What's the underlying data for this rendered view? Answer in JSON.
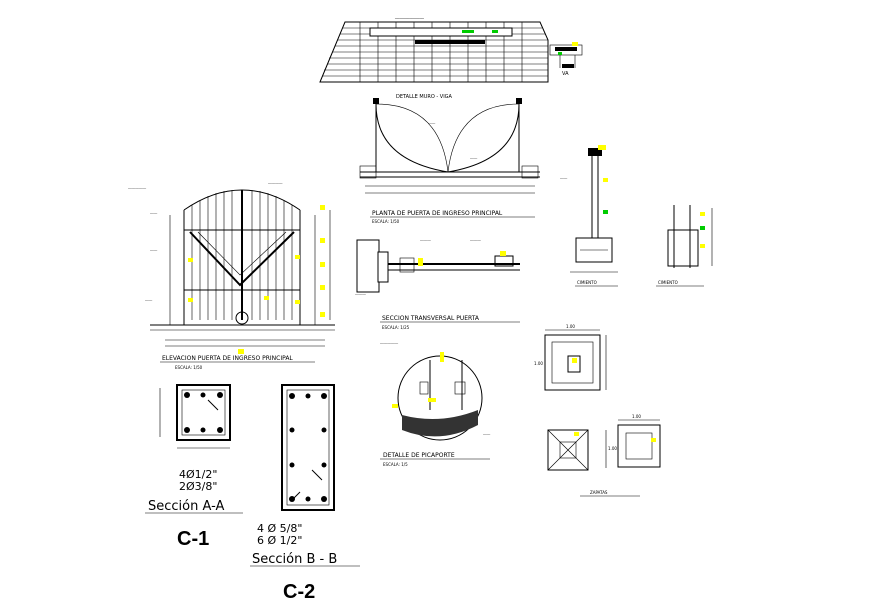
{
  "title_text": {
    "mail_detail": "DETALLE MURO - VIGA",
    "plan": "PLANTA DE PUERTA DE INGRESO PRINCIPAL",
    "plan_scale": "ESCALA: 1/50",
    "elevation": "ELEVACION PUERTA DE INGRESO PRINCIPAL",
    "elevation_scale": "ESCALA: 1/50",
    "section": "SECCION TRANSVERSAL PUERTA",
    "section_scale": "ESCALA: 1/25",
    "lock": "DETALLE DE PICAPORTE",
    "lock_scale": "ESCALA: 1/5",
    "va": "VA",
    "cimiento": "CIMIENTO",
    "cimiento2": "CIMIENTO",
    "zapatas": "ZAPATAS"
  },
  "columns": {
    "c1": {
      "bars1": "4Ø1/2\"",
      "bars2": "2Ø3/8\"",
      "section": "Sección A-A",
      "name": "C-1"
    },
    "c2": {
      "bars1": "4 Ø 5/8\"",
      "bars2": "6 Ø 1/2\"",
      "section": "Sección B - B",
      "name": "C-2"
    }
  },
  "dims": {
    "d1": "1.00",
    "d2": "1.00",
    "d3": "1.00",
    "d4": "1.00"
  },
  "colors": {
    "ink": "#000000",
    "highlight_yellow": "#ffff00",
    "highlight_green": "#00cc00"
  }
}
